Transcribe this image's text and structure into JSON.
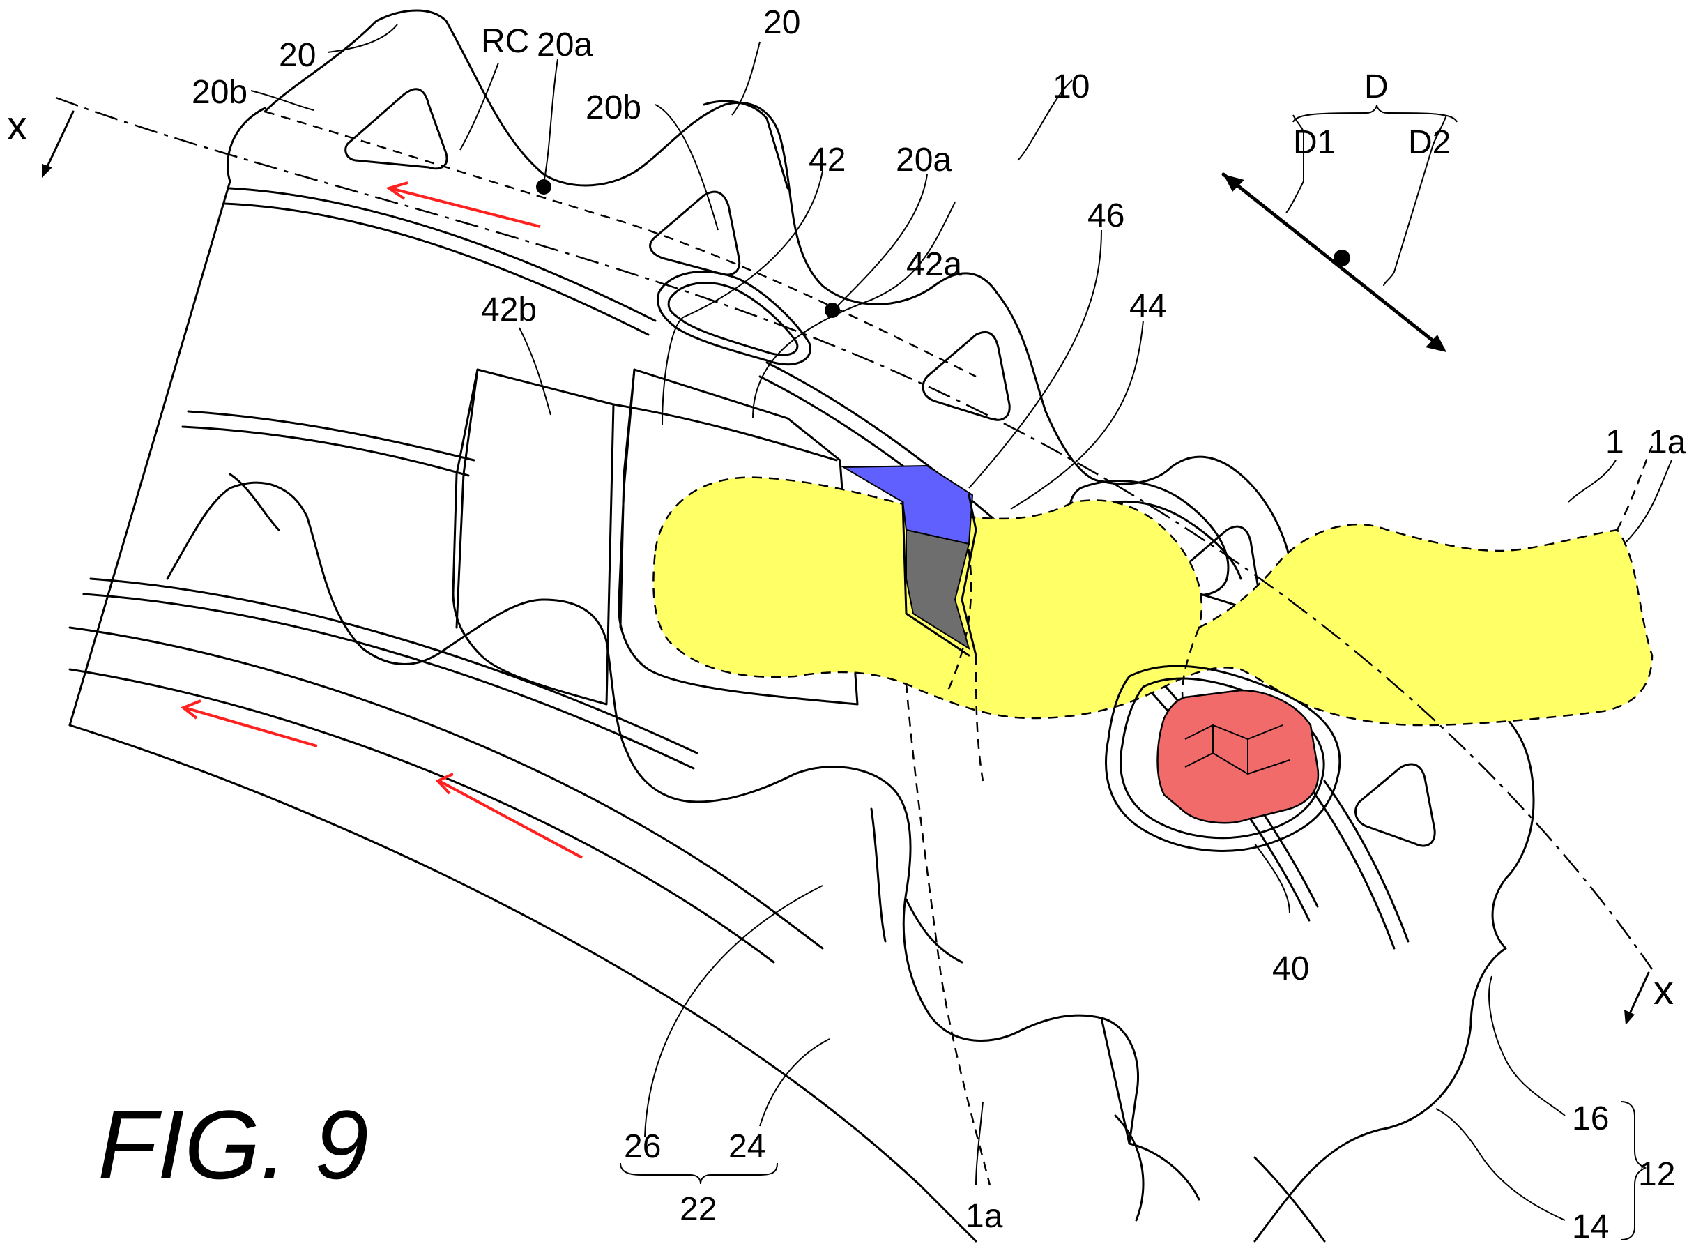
{
  "figure": {
    "title": "FIG. 9"
  },
  "labels": {
    "x_top": "x",
    "x_bottom": "x",
    "l20_a": "20",
    "l20_b": "20",
    "lRC": "RC",
    "l20a_a": "20a",
    "l20a_b": "20a",
    "l20b_a": "20b",
    "l20b_b": "20b",
    "l10": "10",
    "lD": "D",
    "lD1": "D1",
    "lD2": "D2",
    "l42": "42",
    "l42a": "42a",
    "l42b": "42b",
    "l46": "46",
    "l44": "44",
    "l1": "1",
    "l1a_top": "1a",
    "l1a_bottom": "1a",
    "l40": "40",
    "l26": "26",
    "l24": "24",
    "l22": "22",
    "l16": "16",
    "l14": "14",
    "l12": "12"
  },
  "colors": {
    "chain_highlight": "#ffff66",
    "pin_highlight": "#f26b6b",
    "surface_blue": "#6060ff",
    "surface_gray": "#6e6e6e",
    "arrow_red": "#ff2020",
    "line": "#000000"
  }
}
